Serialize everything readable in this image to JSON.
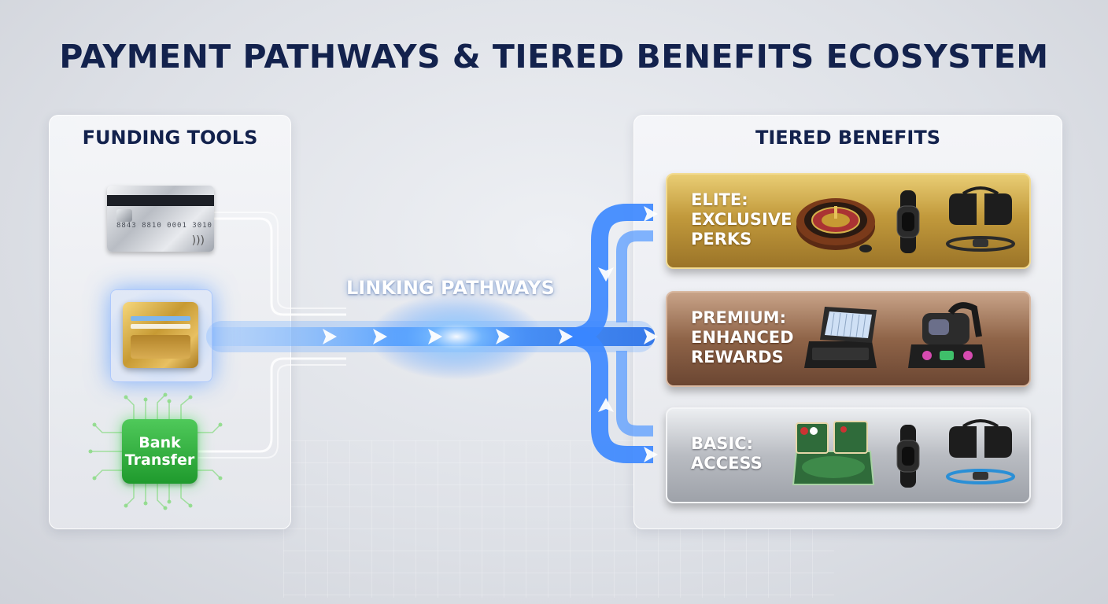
{
  "title": "PAYMENT PATHWAYS & TIERED BENEFITS ECOSYSTEM",
  "funding": {
    "heading": "FUNDING TOOLS",
    "silver_card_number": "8843 8810 0001 3010",
    "bank_transfer": [
      "Bank",
      "Transfer"
    ]
  },
  "pathways_label": "LINKING PATHWAYS",
  "benefits": {
    "heading": "TIERED BENEFITS",
    "tiers": [
      {
        "id": "elite",
        "lines": [
          "ELITE:",
          "EXCLUSIVE",
          "PERKS"
        ],
        "items": [
          "roulette-wheel-icon",
          "fitness-band-icon",
          "vr-strap-icon"
        ]
      },
      {
        "id": "premium",
        "lines": [
          "PREMIUM:",
          "ENHANCED",
          "REWARDS"
        ],
        "items": [
          "slot-terminal-icon",
          "vr-headset-icon"
        ]
      },
      {
        "id": "basic",
        "lines": [
          "BASIC:",
          "ACCESS"
        ],
        "items": [
          "card-table-icon",
          "fitness-band-icon",
          "vr-strap-icon"
        ]
      }
    ]
  },
  "colors": {
    "title": "#13224d",
    "flow": "#3a86ff",
    "elite": "#c29a3c",
    "premium": "#8f6448",
    "basic": "#b9bcc2",
    "bank": "#1f9a2d"
  }
}
